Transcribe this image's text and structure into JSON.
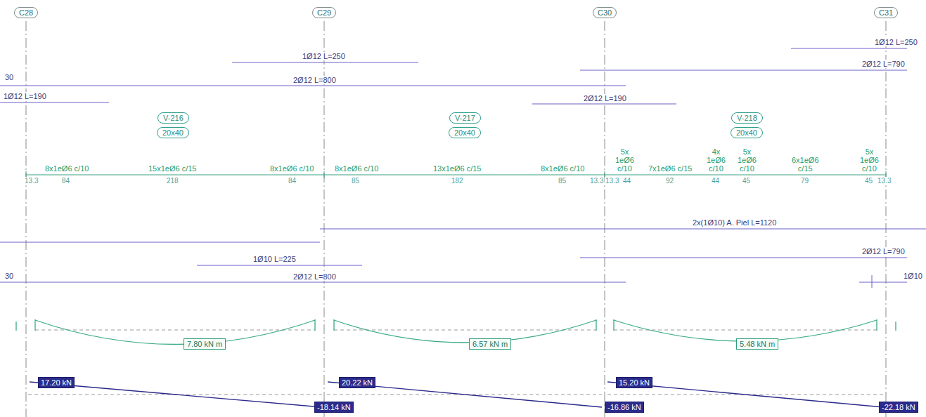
{
  "diagram": {
    "nodes": [
      {
        "text": [
          "C28"
        ]
      },
      {
        "text": [
          "C29"
        ]
      },
      {
        "text": [
          "C30"
        ]
      },
      {
        "text": [
          "C31"
        ]
      },
      {
        "text": [
          "V-216"
        ]
      },
      {
        "text": [
          "20x40"
        ]
      },
      {
        "text": [
          "V-217"
        ]
      },
      {
        "text": [
          "20x40"
        ]
      },
      {
        "text": [
          "V-218"
        ]
      },
      {
        "text": [
          "20x40"
        ]
      },
      {
        "text": [
          "7.80 kN m"
        ]
      },
      {
        "text": [
          "6.57 kN m"
        ]
      },
      {
        "text": [
          "5.48 kN m"
        ]
      },
      {
        "text": [
          "17.20 kN"
        ]
      },
      {
        "text": [
          "-18.14 kN"
        ]
      },
      {
        "text": [
          "20.22 kN"
        ]
      },
      {
        "text": [
          "-16.86 kN"
        ]
      },
      {
        "text": [
          "15.20 kN"
        ]
      },
      {
        "text": [
          "-22.18 kN"
        ]
      }
    ],
    "labels": [
      "1Ø12 L=250",
      "2Ø12 L=800",
      "30",
      "1Ø12 L=190",
      "2Ø12 L=190",
      "1Ø12 L=250",
      "2Ø12 L=790",
      "8x1eØ6 c/10",
      "15x1eØ6 c/15",
      "8x1eØ6 c/10",
      "8x1eØ6 c/10",
      "13x1eØ6 c/15",
      "8x1eØ6 c/10",
      "5x 1eØ6 c/10",
      "7x1eØ6 c/15",
      "4x 1eØ6 c/10",
      "5x 1eØ6 c/10",
      "6x1eØ6 c/15",
      "5x 1eØ6 c/10",
      "13.3",
      "84",
      "218",
      "84",
      "85",
      "182",
      "85",
      "13.3",
      "13.3",
      "44",
      "92",
      "44",
      "45",
      "79",
      "45",
      "13.3",
      "2x(1Ø10) A. Piel L=1120",
      "2Ø12 L=790",
      "1Ø10 L=225",
      "2Ø12 L=800",
      "30",
      "1Ø10"
    ]
  }
}
